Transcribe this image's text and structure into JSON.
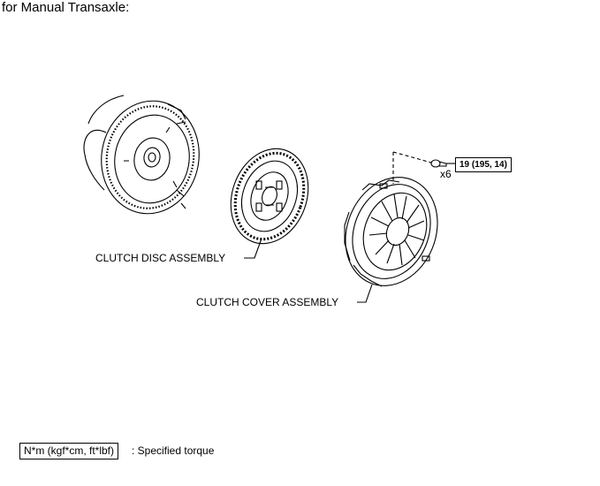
{
  "heading": "for Manual Transaxle:",
  "parts": {
    "clutch_disc_label": "CLUTCH DISC ASSEMBLY",
    "clutch_cover_label": "CLUTCH COVER ASSEMBLY"
  },
  "torque": {
    "value": "19 (195, 14)",
    "quantity": "x6"
  },
  "legend": {
    "unit_box": "N*m (kgf*cm, ft*lbf)",
    "description": ": Specified torque"
  }
}
